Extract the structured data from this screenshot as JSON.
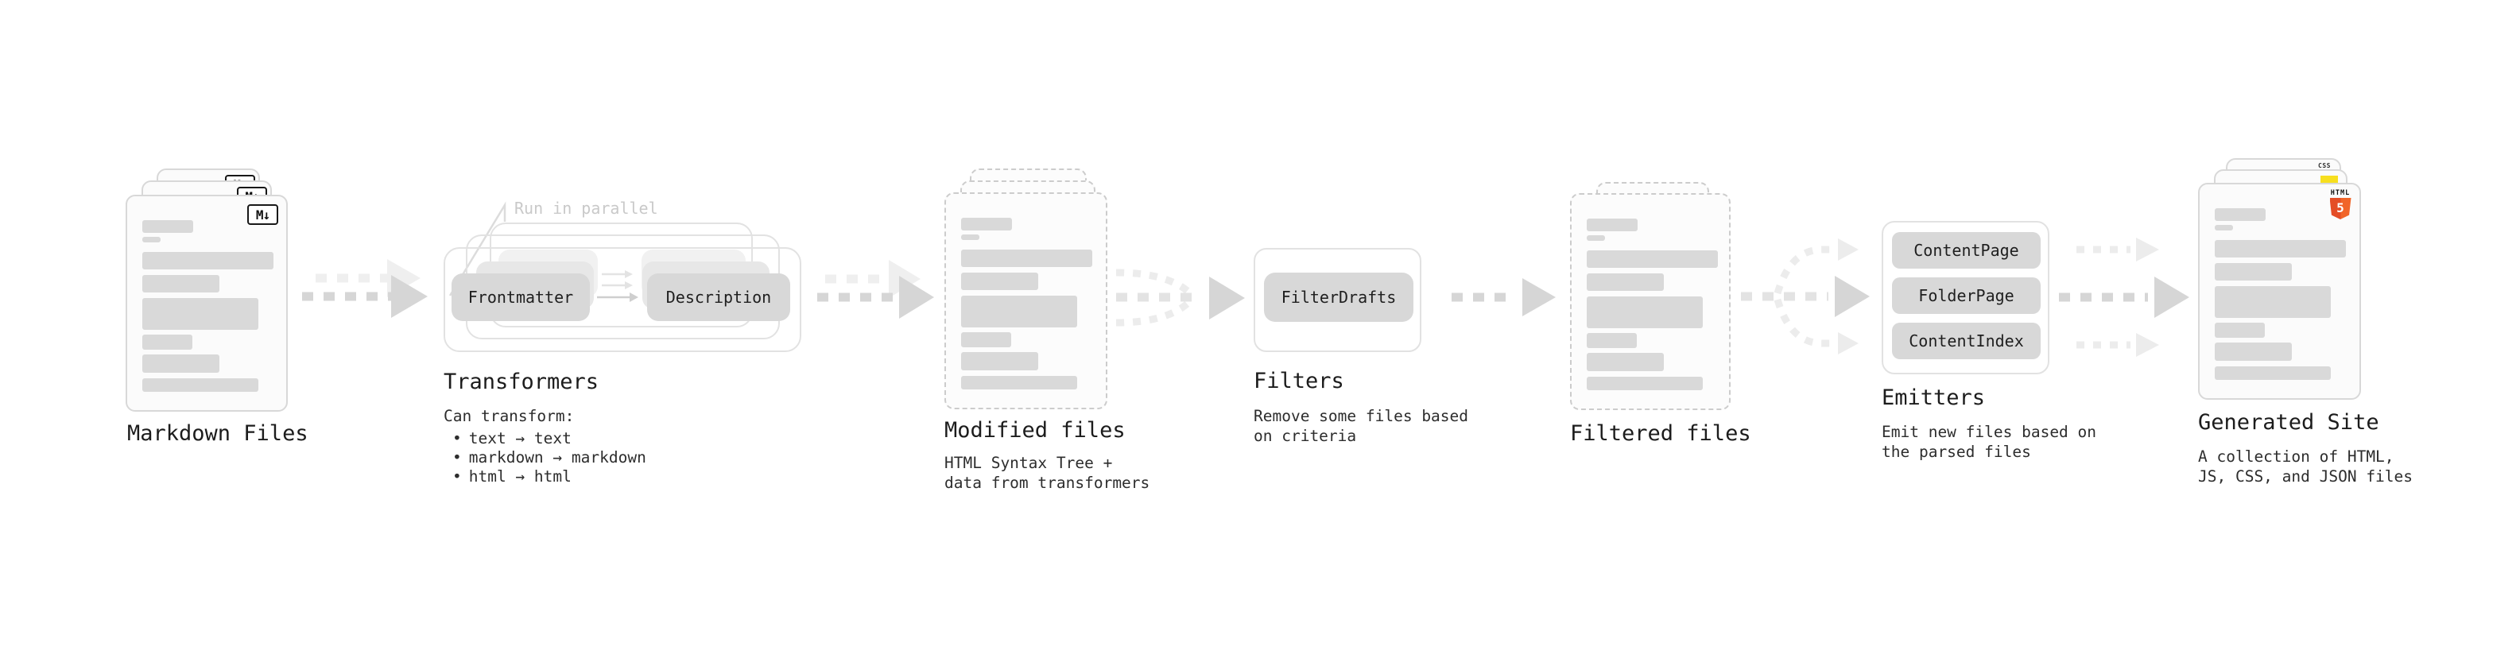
{
  "colors": {
    "ink": "#1c1c1c",
    "note": "#2d2d2d",
    "bar": "#d9d9d9",
    "doc-bg": "#fbfbfb",
    "doc-border": "#d8d8d8",
    "dashed-border": "#cccccc",
    "frame-border": "#e2e2e2",
    "pill-bg": "#d8d8d8",
    "pill-ghost1": "#e7e7e7",
    "pill-ghost2": "#f1f1f1",
    "pill-text": "#1f1f1f",
    "arrow-main": "#d6d6d6",
    "arrow-ghost": "#efefef",
    "arrow-light": "#ececec",
    "annotation": "#c9c9c9",
    "css-blue": "#2965f1",
    "js-yellow": "#f7df1e",
    "html5-orange": "#e44d26",
    "html5-orange-light": "#f16529"
  },
  "glyphs": {
    "bullet": "•"
  },
  "stages": {
    "markdown_files": {
      "title": "Markdown Files",
      "badge": "M↓"
    },
    "transformers": {
      "title": "Transformers",
      "annotation": "Run in parallel",
      "pills": {
        "left": "Frontmatter",
        "right": "Description"
      },
      "note_heading": "Can transform:",
      "note_items": [
        "text → text",
        "markdown → markdown",
        "html → html"
      ]
    },
    "modified_files": {
      "title": "Modified files",
      "note_lines": [
        "HTML Syntax Tree +",
        "data from transformers"
      ]
    },
    "filters": {
      "title": "Filters",
      "pill": "FilterDrafts",
      "note_lines": [
        "Remove some files based",
        "on criteria"
      ]
    },
    "filtered_files": {
      "title": "Filtered files"
    },
    "emitters": {
      "title": "Emitters",
      "pills": [
        "ContentPage",
        "FolderPage",
        "ContentIndex"
      ],
      "note_lines": [
        "Emit new files based on",
        "the parsed files"
      ]
    },
    "generated_site": {
      "title": "Generated Site",
      "note_lines": [
        "A collection of HTML,",
        "JS, CSS, and JSON files"
      ],
      "badges": {
        "css": "CSS",
        "html": "HTML",
        "html5": "5"
      }
    }
  }
}
